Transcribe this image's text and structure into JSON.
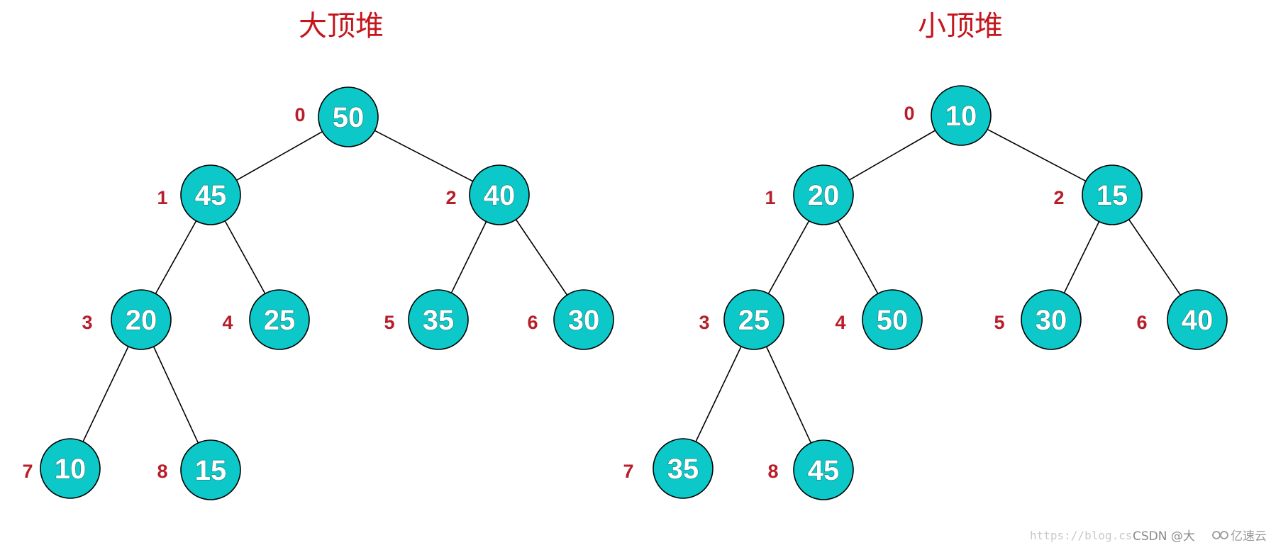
{
  "colors": {
    "node_fill": "#0CC8C8",
    "node_stroke": "#000000",
    "node_text": "#FFFFFF",
    "node_text_outline": "#137a7a",
    "index_label": "#B81D2A",
    "title": "#C4161C",
    "edge": "#000000"
  },
  "trees": [
    {
      "title": "大顶堆",
      "nodes": [
        {
          "index": 0,
          "value": 50
        },
        {
          "index": 1,
          "value": 45
        },
        {
          "index": 2,
          "value": 40
        },
        {
          "index": 3,
          "value": 20
        },
        {
          "index": 4,
          "value": 25
        },
        {
          "index": 5,
          "value": 35
        },
        {
          "index": 6,
          "value": 30
        },
        {
          "index": 7,
          "value": 10
        },
        {
          "index": 8,
          "value": 15
        }
      ]
    },
    {
      "title": "小顶堆",
      "nodes": [
        {
          "index": 0,
          "value": 10
        },
        {
          "index": 1,
          "value": 20
        },
        {
          "index": 2,
          "value": 15
        },
        {
          "index": 3,
          "value": 25
        },
        {
          "index": 4,
          "value": 50
        },
        {
          "index": 5,
          "value": 30
        },
        {
          "index": 6,
          "value": 40
        },
        {
          "index": 7,
          "value": 35
        },
        {
          "index": 8,
          "value": 45
        }
      ]
    }
  ],
  "watermark": {
    "url": "https://blog.cs",
    "author": "CSDN @大",
    "brand": "亿速云",
    "logo_icon": "yisu-cloud-logo-icon"
  }
}
